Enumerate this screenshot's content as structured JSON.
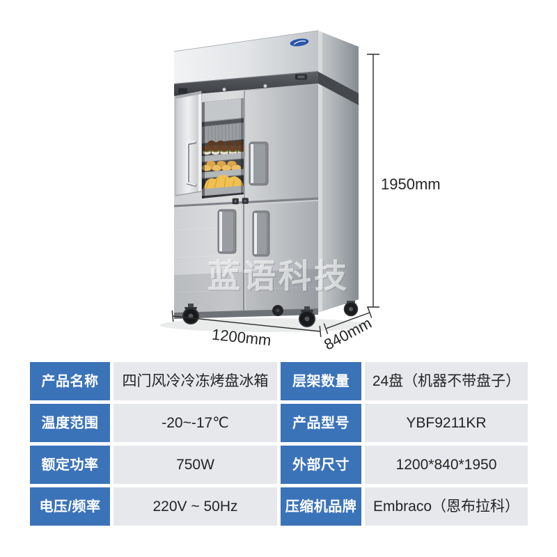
{
  "watermark": "蓝语科技",
  "dimensions": {
    "height": "1950mm",
    "width": "1200mm",
    "depth": "840mm"
  },
  "spec_table": {
    "left": [
      {
        "label": "产品名称",
        "value": "四门风冷冷冻烤盘冰箱"
      },
      {
        "label": "温度范围",
        "value": "-20~-17℃"
      },
      {
        "label": "额定功率",
        "value": "750W"
      },
      {
        "label": "电压/频率",
        "value": "220V ~ 50Hz"
      }
    ],
    "right": [
      {
        "label": "层架数量",
        "value": "24盘（机器不带盘子）"
      },
      {
        "label": "产品型号",
        "value": "YBF9211KR"
      },
      {
        "label": "外部尺寸",
        "value": "1200*840*1950"
      },
      {
        "label": "压缩机品牌",
        "value": "Embraco（恩布拉科）"
      }
    ]
  },
  "colors": {
    "label_bg": "#3B73B9",
    "value_bg": "#E6E8EB",
    "logo_blue": "#2A56AB",
    "dimension_text": "#252525"
  }
}
